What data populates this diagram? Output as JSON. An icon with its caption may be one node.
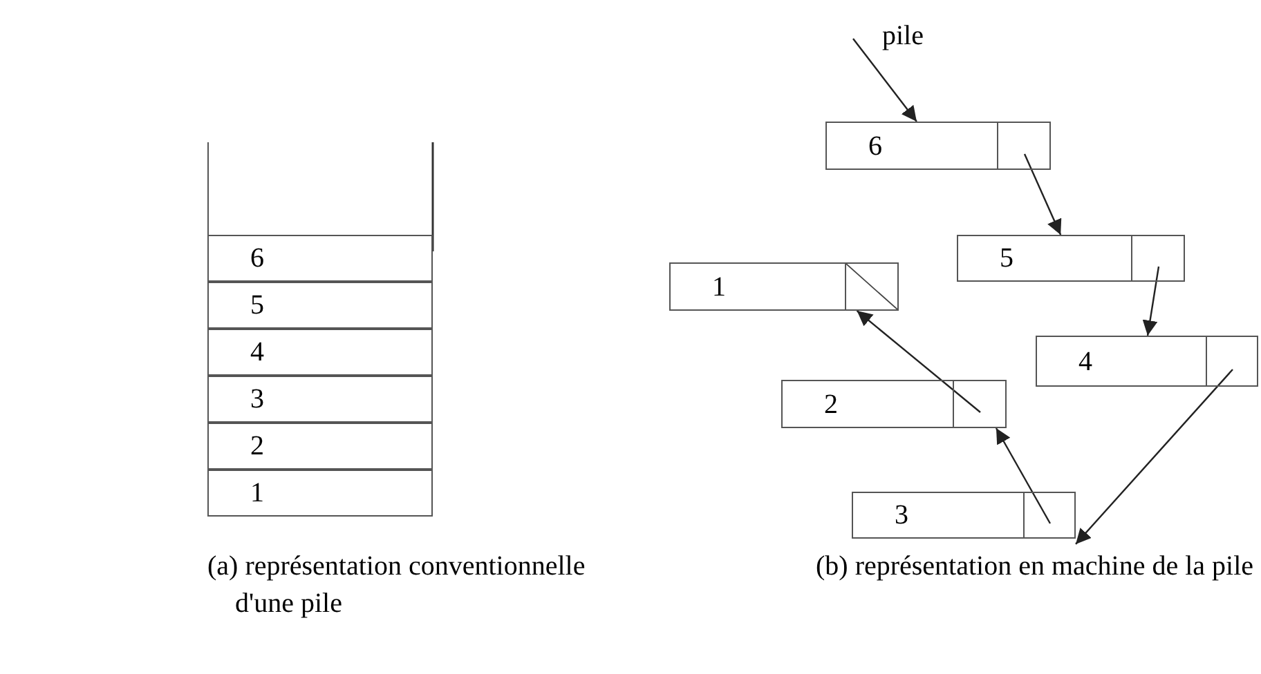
{
  "diagram": {
    "nodes": [
      {
        "text": [
          "6"
        ]
      },
      {
        "text": [
          "5"
        ]
      },
      {
        "text": [
          "4"
        ]
      },
      {
        "text": [
          "3"
        ]
      },
      {
        "text": [
          "2"
        ]
      },
      {
        "text": [
          "1"
        ]
      },
      {
        "text": [
          "pile"
        ]
      },
      {
        "text": [
          "6"
        ]
      },
      {
        "text": [
          "5"
        ]
      },
      {
        "text": [
          "1"
        ]
      },
      {
        "text": [
          "4"
        ]
      },
      {
        "text": [
          "2"
        ]
      },
      {
        "text": [
          "3"
        ]
      }
    ],
    "edges": [
      {
        "from": 6,
        "to": 7,
        "arrow": "to"
      },
      {
        "from": 7,
        "to": 8,
        "arrow": "to"
      },
      {
        "from": 8,
        "to": 10,
        "arrow": "to"
      },
      {
        "from": 10,
        "to": 12,
        "arrow": "to"
      },
      {
        "from": 12,
        "to": 11,
        "arrow": "to"
      },
      {
        "from": 11,
        "to": 9,
        "arrow": "to"
      }
    ],
    "labels": [
      "(a) représentation conventionnelle d'une pile",
      "(b) représentation en machine de la pile"
    ]
  }
}
